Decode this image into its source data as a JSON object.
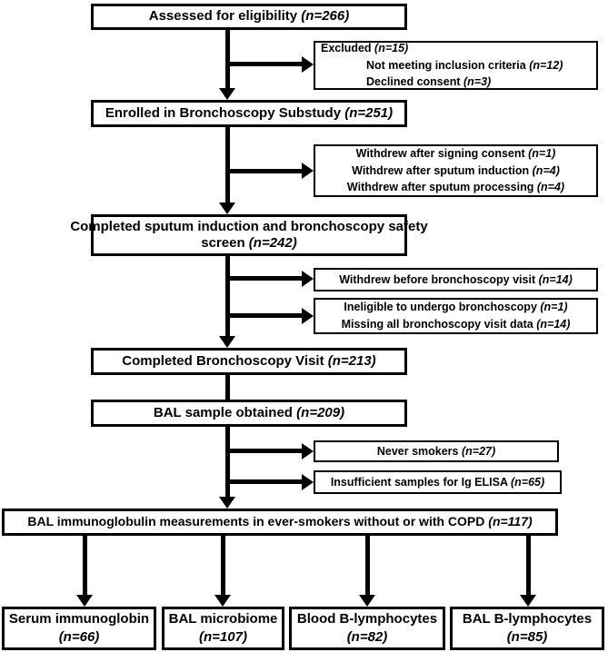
{
  "diagram": {
    "type": "consort-flow-diagram",
    "background_color": "#ffffff",
    "line_color": "#000000"
  },
  "main": {
    "assessed": {
      "text": "Assessed for eligibility ",
      "n": "(n=266)"
    },
    "enrolled": {
      "text": "Enrolled in Bronchoscopy Substudy ",
      "n": "(n=251)"
    },
    "sputum_safety": {
      "line1": "Completed sputum induction and bronchoscopy safety",
      "line2": "screen ",
      "n": "(n=242)"
    },
    "bronch_visit": {
      "text": "Completed Bronchoscopy Visit ",
      "n": "(n=213)"
    },
    "bal_sample": {
      "text": "BAL sample obtained ",
      "n": "(n=209)"
    },
    "bal_ig": {
      "text": "BAL immunoglobulin measurements in ever-smokers without or with COPD ",
      "n": "(n=117)"
    }
  },
  "side": {
    "excluded": {
      "lines": [
        {
          "text": "Excluded ",
          "n": "(n=15)"
        },
        {
          "text": "Not meeting inclusion criteria ",
          "n": "(n=12)"
        },
        {
          "text": "Declined consent ",
          "n": "(n=3)"
        }
      ]
    },
    "withdrew": {
      "lines": [
        {
          "text": "Withdrew after signing consent ",
          "n": "(n=1)"
        },
        {
          "text": "Withdrew after sputum induction ",
          "n": "(n=4)"
        },
        {
          "text": "Withdrew after sputum processing ",
          "n": "(n=4)"
        }
      ]
    },
    "withdrew_before": {
      "text": "Withdrew before bronchoscopy visit ",
      "n": "(n=14)"
    },
    "ineligible_missing": {
      "lines": [
        {
          "text": "Ineligible to undergo bronchoscopy ",
          "n": "(n=1)"
        },
        {
          "text": "Missing all bronchoscopy visit data ",
          "n": "(n=14)"
        }
      ]
    },
    "never_smokers": {
      "text": "Never smokers ",
      "n": "(n=27)"
    },
    "insufficient": {
      "text": "Insufficient samples for Ig ELISA ",
      "n": "(n=65)"
    }
  },
  "outcomes": [
    {
      "text": "Serum immunoglobin",
      "n": "(n=66)"
    },
    {
      "text": "BAL microbiome",
      "n": "(n=107)"
    },
    {
      "text": "Blood B-lymphocytes",
      "n": "(n=82)"
    },
    {
      "text": "BAL B-lymphocytes",
      "n": "(n=85)"
    }
  ]
}
